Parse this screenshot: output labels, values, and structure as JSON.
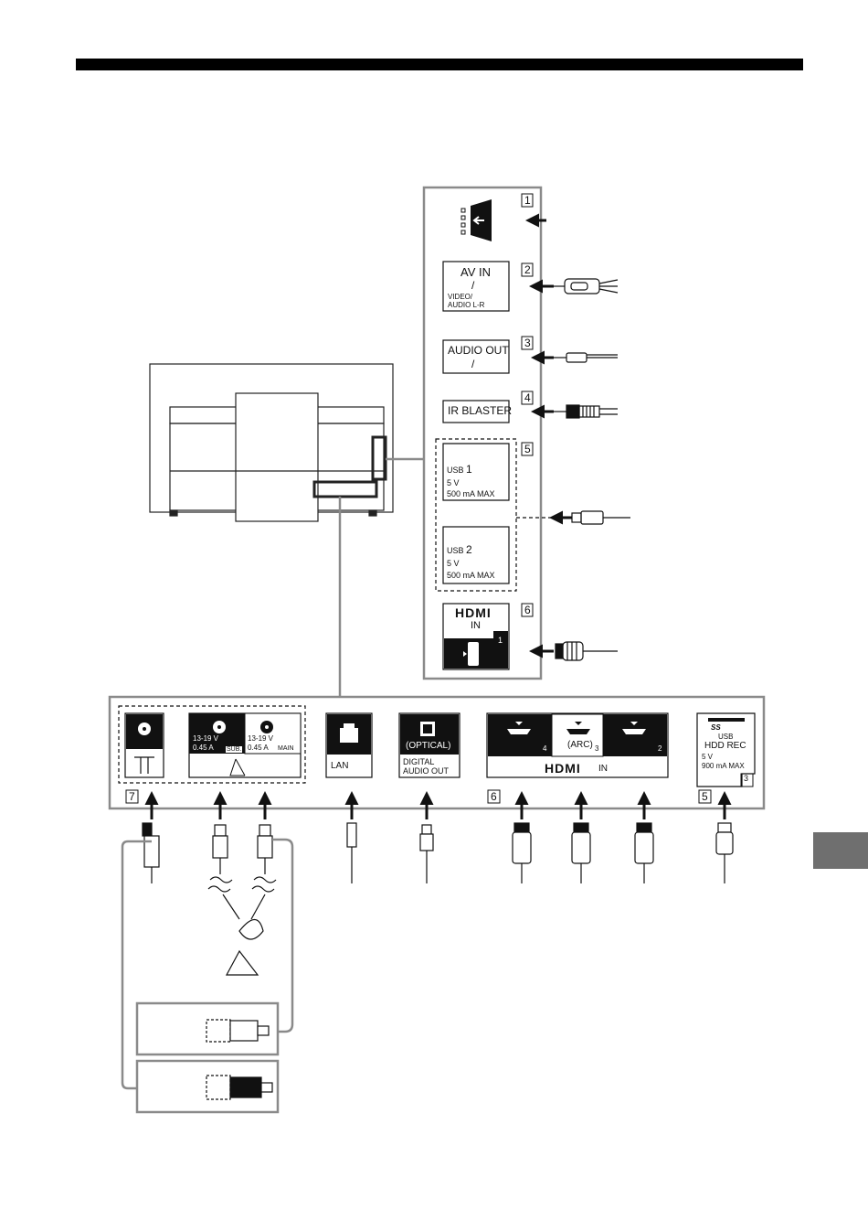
{
  "side_panel": {
    "ports": [
      {
        "num": "1"
      },
      {
        "num": "2",
        "title": "AV IN",
        "sub": "VIDEO/",
        "sub2": "AUDIO L-R",
        "sep": "/"
      },
      {
        "num": "3",
        "title": "AUDIO OUT",
        "sep": "/"
      },
      {
        "num": "4",
        "title": "IR BLASTER"
      },
      {
        "num": "5"
      },
      {
        "num": "6"
      }
    ],
    "usb1": {
      "name": "USB",
      "index": "1",
      "power": "5 V",
      "current": "500 mA MAX"
    },
    "usb2": {
      "name": "USB",
      "index": "2",
      "power": "5 V",
      "current": "500 mA MAX"
    },
    "hdmi1": {
      "logo": "HDMI",
      "in": "IN",
      "index": "1"
    }
  },
  "bottom_panel": {
    "group_nums": {
      "antenna": "7",
      "hdmi": "6",
      "usb": "5"
    },
    "sat_sub": {
      "voltage": "13-19 V",
      "current": "0.45 A",
      "tag": "SUB."
    },
    "sat_main": {
      "voltage": "13-19 V",
      "current": "0.45 A",
      "tag": "MAIN"
    },
    "lan": "LAN",
    "optical": {
      "top": "(OPTICAL)",
      "line1": "DIGITAL",
      "line2": "AUDIO OUT"
    },
    "hdmi": {
      "logo": "HDMI",
      "in": "IN",
      "ports": [
        "4",
        "3",
        "2"
      ],
      "arc": "(ARC)"
    },
    "usb3": {
      "ss": "SS",
      "name": "USB",
      "title": "HDD REC",
      "power": "5 V",
      "current": "900 mA MAX",
      "index": "3"
    }
  },
  "colors": {
    "line": "#111111",
    "connector_gray": "#8a8a8a",
    "tab": "#6f6f6f"
  }
}
